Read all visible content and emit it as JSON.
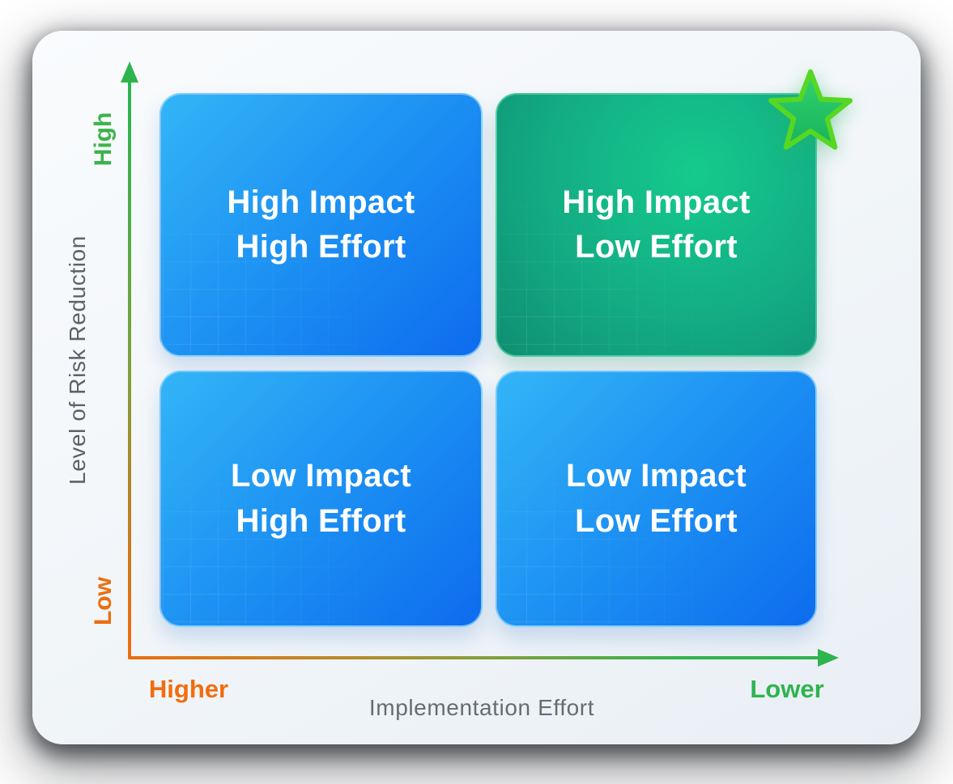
{
  "matrix": {
    "y_axis": {
      "title": "Level of Risk Reduction",
      "high_label": "High",
      "low_label": "Low"
    },
    "x_axis": {
      "title": "Implementation Effort",
      "left_label": "Higher",
      "right_label": "Lower"
    },
    "quadrants": {
      "top_left": {
        "line1": "High Impact",
        "line2": "High Effort",
        "variant": "blue"
      },
      "top_right": {
        "line1": "High Impact",
        "line2": "Low Effort",
        "variant": "green",
        "badge": "star-icon"
      },
      "bottom_left": {
        "line1": "Low Impact",
        "line2": "High Effort",
        "variant": "blue"
      },
      "bottom_right": {
        "line1": "Low Impact",
        "line2": "Low Effort",
        "variant": "blue"
      }
    }
  },
  "colors": {
    "blue_card_start": "#33b5f6",
    "blue_card_end": "#0d6cee",
    "green_card_center": "#15ca8c",
    "green_card_edge": "#0f8e73",
    "axis_green": "#2eb44d",
    "axis_orange": "#ea6f10",
    "muted_text": "#5d6267",
    "star_fill_top": "#33d26e",
    "star_fill_bottom": "#17b35c",
    "star_stroke": "#56d724"
  }
}
